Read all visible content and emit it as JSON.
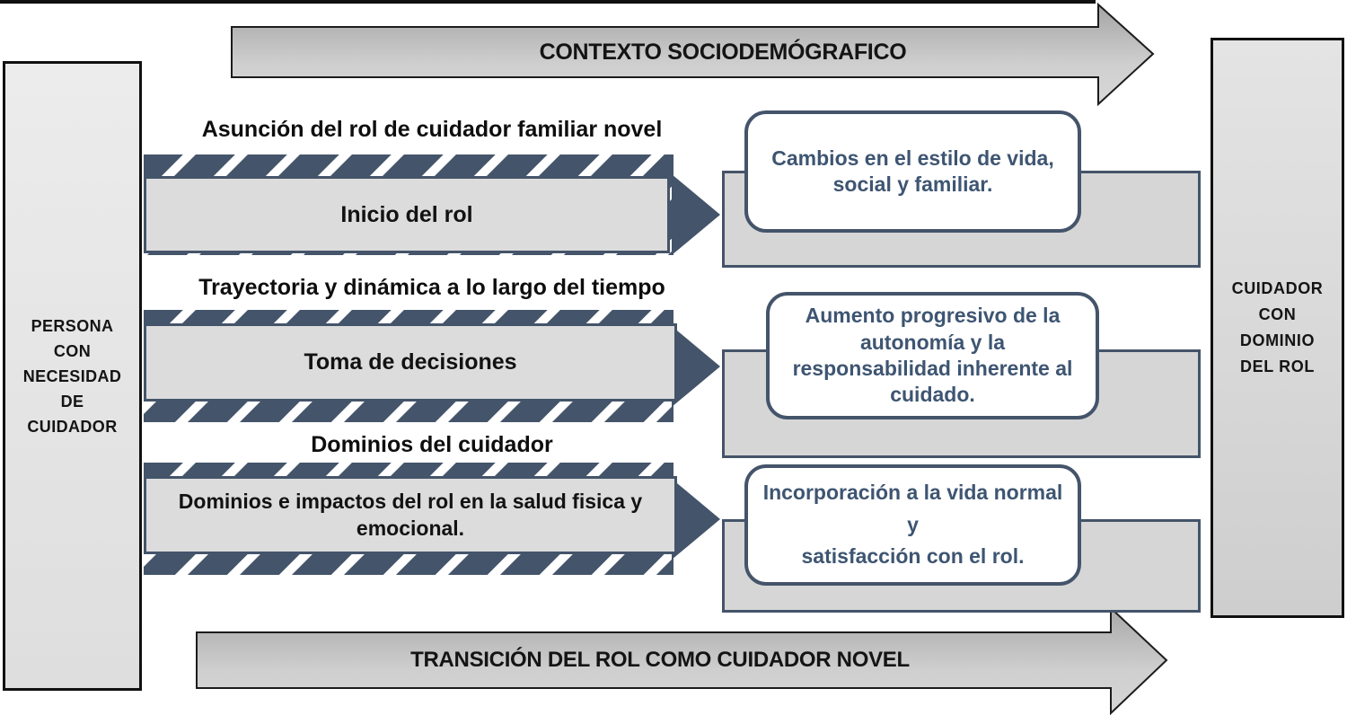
{
  "colors": {
    "slate": "#44546A",
    "callout_text": "#3E5572",
    "gray_box_fill": "#dcdcdc",
    "callout_bg_fill": "#d6d6d6",
    "big_arrow_fill_top": "#a8a8a8",
    "big_arrow_fill_bottom": "#d8d8d8",
    "panel_fill": "#e4e4e4",
    "border_black": "#111111"
  },
  "top_arrow": {
    "label": "CONTEXTO SOCIODEMÓGRAFICO"
  },
  "bottom_arrow": {
    "label": "TRANSICIÓN DEL ROL COMO CUIDADOR NOVEL"
  },
  "left_panel": {
    "label": "PERSONA\nCON\nNECESIDAD\nDE\nCUIDADOR"
  },
  "right_panel": {
    "label": "CUIDADOR\nCON\nDOMINIO\nDEL ROL"
  },
  "rows": [
    {
      "heading": "Asunción del rol de cuidador familiar novel",
      "arrow_label": "Inicio del rol",
      "callout": "Cambios en el estilo de vida, social y familiar."
    },
    {
      "heading": "Trayectoria y dinámica a lo largo del tiempo",
      "arrow_label": "Toma de decisiones",
      "callout": "Aumento progresivo de la autonomía y la responsabilidad inherente al cuidado."
    },
    {
      "heading": "Dominios del cuidador",
      "arrow_label": "Dominios e impactos del rol en la salud fisica y emocional.",
      "callout": "Incorporación a la vida normal y\nsatisfacción con el rol."
    }
  ]
}
